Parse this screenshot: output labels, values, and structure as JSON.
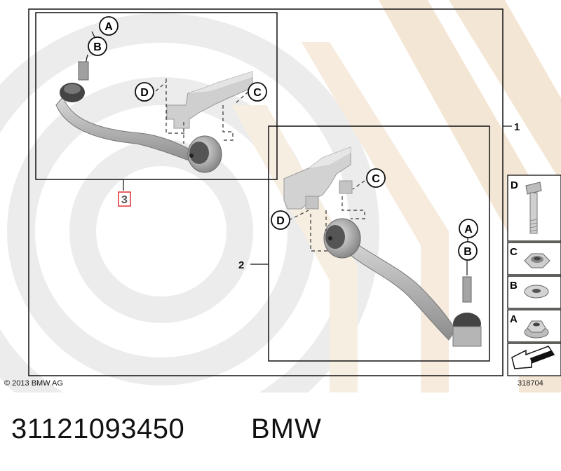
{
  "callouts": {
    "item_1": "1",
    "item_2": "2",
    "item_3": "3"
  },
  "letters": {
    "a": "A",
    "b": "B",
    "c": "C",
    "d": "D"
  },
  "sidebar": {
    "d": "D",
    "c": "C",
    "b": "B",
    "a": "A"
  },
  "footer": {
    "copyright": "© 2013 BMW AG",
    "diagram_id": "318704",
    "part_number": "31121093450",
    "brand": "BMW"
  },
  "colors": {
    "watermark_gray": "#e8e8e8",
    "watermark_tan": "#f3e3cf",
    "highlight_red": "#e03030",
    "frame": "#111111"
  }
}
